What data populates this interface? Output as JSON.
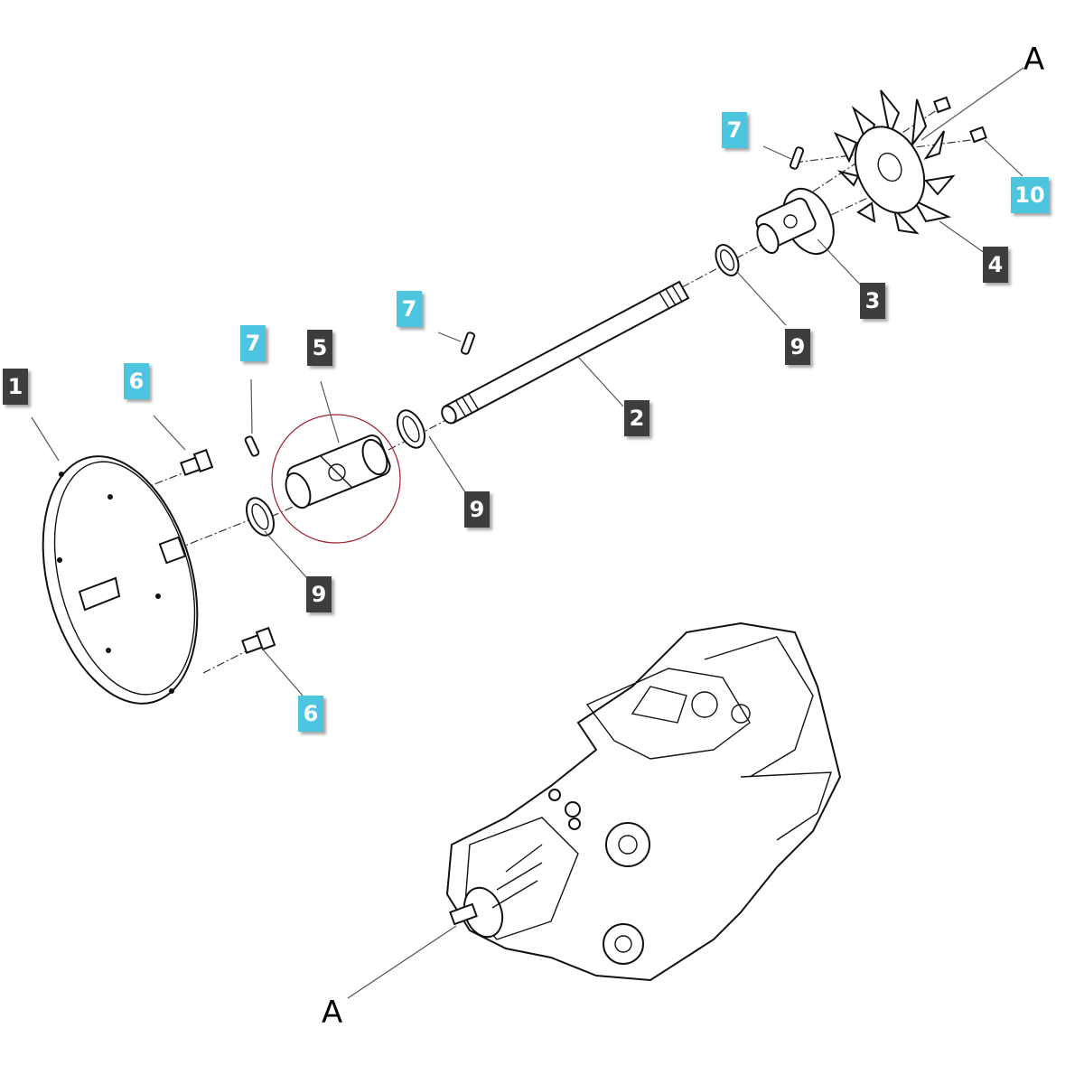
{
  "colors": {
    "callout_dark": "#3d3d3d",
    "callout_light": "#4ec5df",
    "highlight_circle": "#a01c2c"
  },
  "callouts": [
    {
      "id": "c1",
      "label": "1",
      "style": "dark"
    },
    {
      "id": "c2",
      "label": "2",
      "style": "dark"
    },
    {
      "id": "c3",
      "label": "3",
      "style": "dark"
    },
    {
      "id": "c4",
      "label": "4",
      "style": "dark"
    },
    {
      "id": "c5",
      "label": "5",
      "style": "dark"
    },
    {
      "id": "c6a",
      "label": "6",
      "style": "light"
    },
    {
      "id": "c6b",
      "label": "6",
      "style": "light"
    },
    {
      "id": "c7a",
      "label": "7",
      "style": "light"
    },
    {
      "id": "c7b",
      "label": "7",
      "style": "light"
    },
    {
      "id": "c7c",
      "label": "7",
      "style": "light"
    },
    {
      "id": "c9a",
      "label": "9",
      "style": "dark"
    },
    {
      "id": "c9b",
      "label": "9",
      "style": "dark"
    },
    {
      "id": "c9c",
      "label": "9",
      "style": "dark"
    },
    {
      "id": "c10",
      "label": "10",
      "style": "light"
    }
  ],
  "reference_letters": [
    "A",
    "A"
  ]
}
